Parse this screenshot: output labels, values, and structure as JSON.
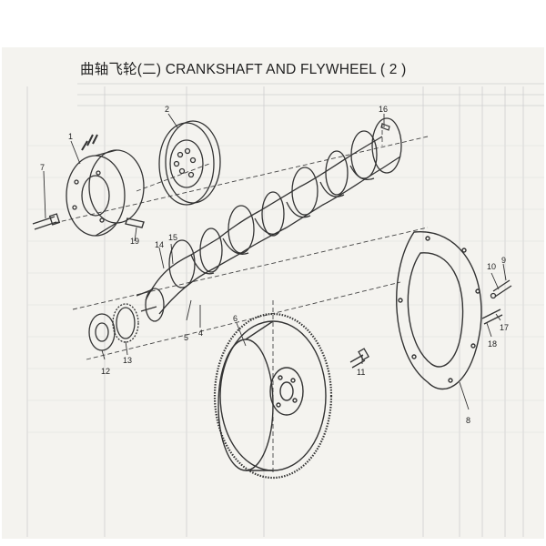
{
  "title": "曲轴飞轮(二) CRANKSHAFT AND FLYWHEEL ( 2 )",
  "callouts": [
    "1",
    "2",
    "4",
    "5",
    "6",
    "7",
    "8",
    "9",
    "10",
    "11",
    "12",
    "13",
    "14",
    "15",
    "16",
    "17",
    "18",
    "19"
  ],
  "colors": {
    "ink": "#333333",
    "paper": "#f4f3ef",
    "bleed": "#c9c9c9"
  }
}
